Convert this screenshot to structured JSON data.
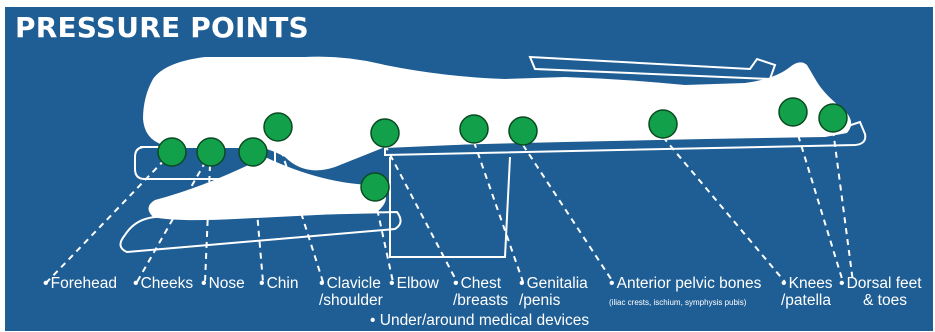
{
  "title": "PRESSURE POINTS",
  "colors": {
    "background": "#1f5e94",
    "body": "#ffffff",
    "point": "#12a04a",
    "point_outline": "#0a4a22"
  },
  "labels": {
    "forehead": "Forehead",
    "cheeks": "Cheeks",
    "nose": "Nose",
    "chin": "Chin",
    "clavicle_1": "Clavicle",
    "clavicle_2": "/shoulder",
    "elbow": "Elbow",
    "chest_1": "Chest",
    "chest_2": "/breasts",
    "genitalia_1": "Genitalia",
    "genitalia_2": "/penis",
    "pelvic_1": "Anterior pelvic bones",
    "pelvic_2": "(iliac crests, ischium, symphysis pubis)",
    "knees_1": "Knees",
    "knees_2": "/patella",
    "feet_1": "Dorsal feet",
    "feet_2": "& toes"
  },
  "bullet": "•",
  "footer": "Under/around medical devices"
}
